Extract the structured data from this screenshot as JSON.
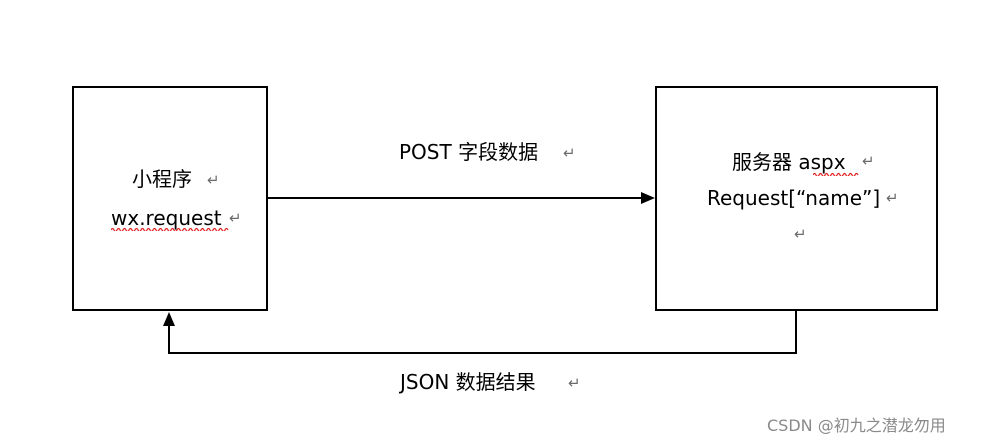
{
  "client": {
    "title": "小程序",
    "api": "wx.request"
  },
  "server": {
    "title": "服务器 aspx",
    "code": "Request[“name”]"
  },
  "arrows": {
    "request_label": "POST 字段数据",
    "response_label": "JSON 数据结果"
  },
  "paragraph_mark": "↵",
  "watermark": "CSDN @初九之潜龙勿用",
  "colors": {
    "stroke": "#000000",
    "spellcheck": "#e02020",
    "mark": "#6b6b6b",
    "watermark": "#8a8a8a"
  }
}
